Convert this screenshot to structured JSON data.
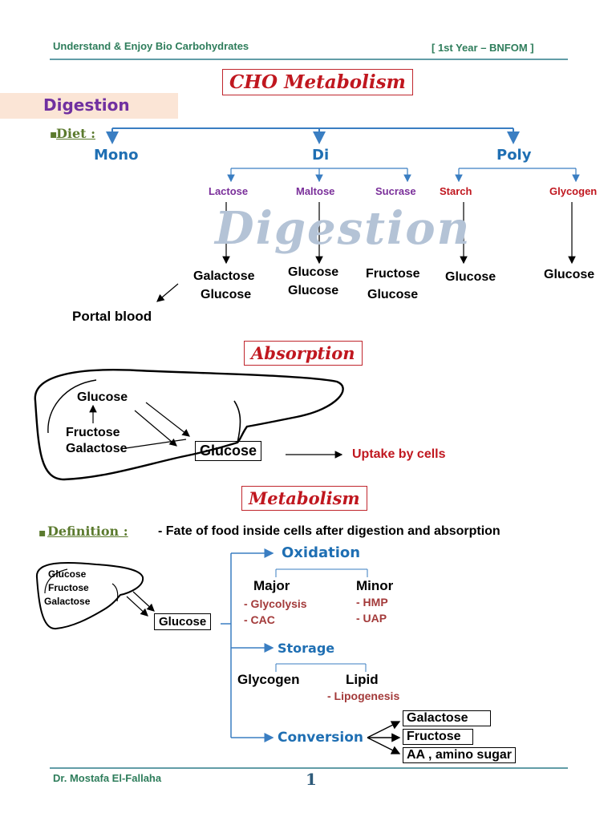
{
  "header": {
    "left": "Understand & Enjoy Bio Carbohydrates",
    "right": "[ 1st Year – BNFOM ]"
  },
  "title": "CHO Metabolism",
  "digestion": {
    "section_label": "Digestion",
    "watermark": "Digestion",
    "diet_label": "Diet :",
    "mono": "Mono",
    "di": "Di",
    "poly": "Poly",
    "lactose": "Lactose",
    "maltose": "Maltose",
    "sucrase": "Sucrase",
    "starch": "Starch",
    "glycogen": "Glycogen",
    "lactose_p1": "Galactose",
    "lactose_p2": "Glucose",
    "maltose_p1": "Glucose",
    "maltose_p2": "Glucose",
    "sucrase_p1": "Fructose",
    "sucrase_p2": "Glucose",
    "starch_p": "Glucose",
    "glycogen_p": "Glucose",
    "portal": "Portal blood"
  },
  "absorption": {
    "title": "Absorption",
    "glucose": "Glucose",
    "fructose": "Fructose",
    "galactose": "Galactose",
    "glucose_box": "Glucose",
    "uptake": "Uptake by cells"
  },
  "metabolism": {
    "title": "Metabolism",
    "definition_label": "Definition :",
    "definition_text": "- Fate of food inside cells after digestion and absorption",
    "liver_glucose": "Glucose",
    "liver_fructose": "Fructose",
    "liver_galactose": "Galactose",
    "glucose_box": "Glucose",
    "oxidation": "Oxidation",
    "major": "Major",
    "major_1": "- Glycolysis",
    "major_2": "- CAC",
    "minor": "Minor",
    "minor_1": "- HMP",
    "minor_2": "- UAP",
    "storage": "Storage",
    "glycogen": "Glycogen",
    "lipid": "Lipid",
    "lipogenesis": "- Lipogenesis",
    "conversion": "Conversion",
    "conv_1": "Galactose",
    "conv_2": "Fructose",
    "conv_3": "AA , amino sugar"
  },
  "footer": {
    "author": "Dr. Mostafa El-Fallaha",
    "page": "1"
  }
}
